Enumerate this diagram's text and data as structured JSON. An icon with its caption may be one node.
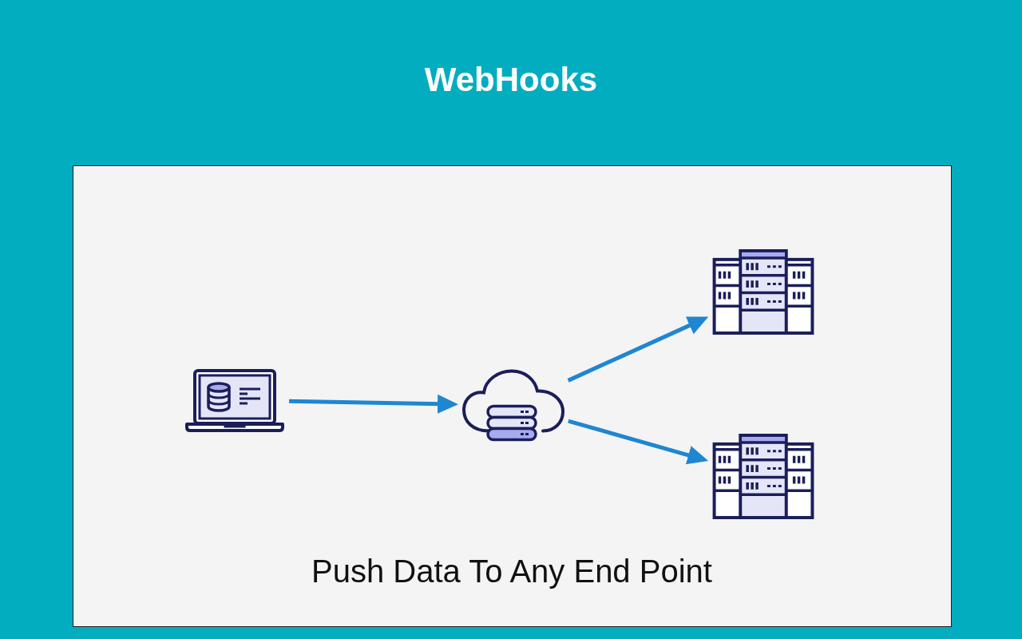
{
  "diagram": {
    "title": "WebHooks",
    "nodes": [
      {
        "text": [],
        "shape": "picture"
      },
      {
        "text": [],
        "shape": "picture"
      },
      {
        "text": [],
        "shape": "picture"
      },
      {
        "text": [],
        "shape": "picture"
      }
    ],
    "edges": [
      {
        "from": 0,
        "to": 1,
        "arrow": "to"
      },
      {
        "from": 1,
        "to": 2,
        "arrow": "to"
      },
      {
        "from": 1,
        "to": 3,
        "arrow": "to"
      }
    ],
    "caption": "Push Data To Any End Point"
  }
}
